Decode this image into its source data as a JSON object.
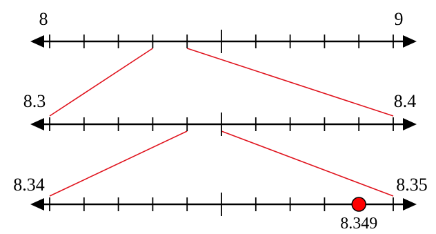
{
  "lines": [
    {
      "id": "top",
      "start_label": "8",
      "end_label": "9",
      "start_value": 8,
      "end_value": 9
    },
    {
      "id": "middle",
      "start_label": "8.3",
      "end_label": "8.4",
      "start_value": 8.3,
      "end_value": 8.4
    },
    {
      "id": "bottom",
      "start_label": "8.34",
      "end_label": "8.35",
      "start_value": 8.34,
      "end_value": 8.35
    }
  ],
  "zooms": [
    {
      "from_line": 0,
      "from_ticks": [
        3,
        4
      ],
      "to_line": 1
    },
    {
      "from_line": 1,
      "from_ticks": [
        4,
        5
      ],
      "to_line": 2
    }
  ],
  "marker": {
    "line": 2,
    "value": 8.349,
    "label": "8.349",
    "color": "#ff0000"
  },
  "colors": {
    "axis": "#000000",
    "zoom_connector": "#e0141e",
    "marker": "#ff0000"
  },
  "ticks_per_line": 10
}
